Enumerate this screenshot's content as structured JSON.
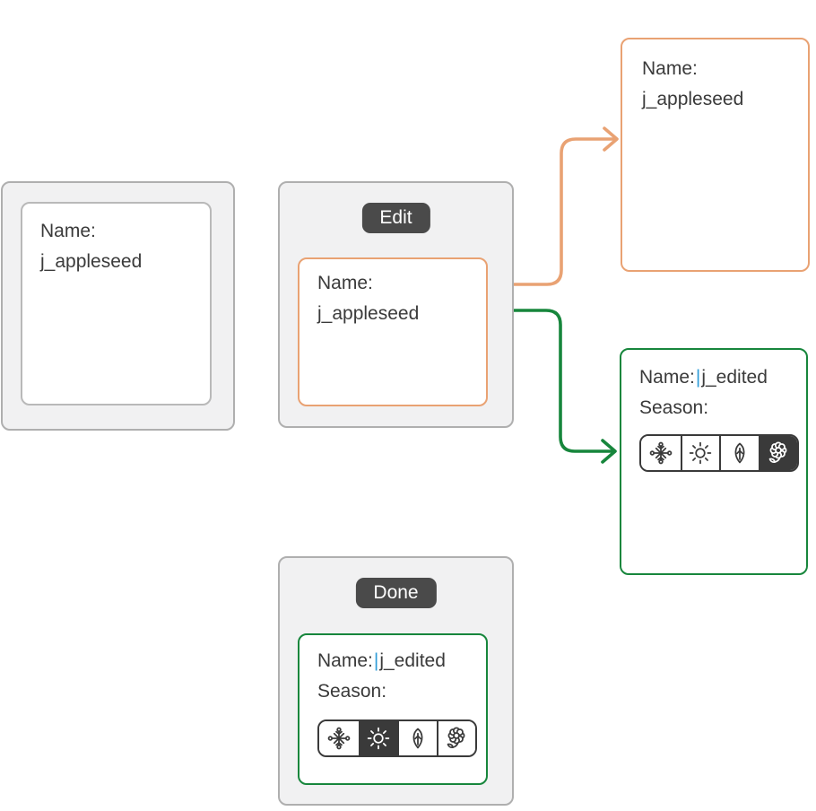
{
  "colors": {
    "orange_accent": "#E9A273",
    "green_accent": "#17863C",
    "button_dark": "#4A4A4A",
    "segment_dark": "#3A3A3A",
    "text": "#3A3A3A",
    "card_bg": "#F1F1F2",
    "card_border": "#AFAFAF",
    "inner_border": "#B9B9B9",
    "cursor_blue": "#2F9CD8"
  },
  "cards": {
    "original": {
      "name_label": "Name:",
      "name_value": "j_appleseed"
    },
    "edit": {
      "button_label": "Edit",
      "name_label": "Name:",
      "name_value": "j_appleseed"
    },
    "result_name": {
      "name_label": "Name:",
      "name_value": "j_appleseed"
    },
    "result_season": {
      "name_label": "Name:",
      "cursor": "|",
      "name_value": "j_edited",
      "season_label": "Season:",
      "selected_season_index": 3
    },
    "done": {
      "button_label": "Done",
      "name_label": "Name:",
      "cursor": "|",
      "name_value": "j_edited",
      "season_label": "Season:",
      "selected_season_index": 1
    }
  },
  "season_options": [
    {
      "name": "winter",
      "icon": "snowflake-icon"
    },
    {
      "name": "summer",
      "icon": "sun-icon"
    },
    {
      "name": "fall",
      "icon": "leaf-icon"
    },
    {
      "name": "spring",
      "icon": "flower-icon"
    }
  ]
}
